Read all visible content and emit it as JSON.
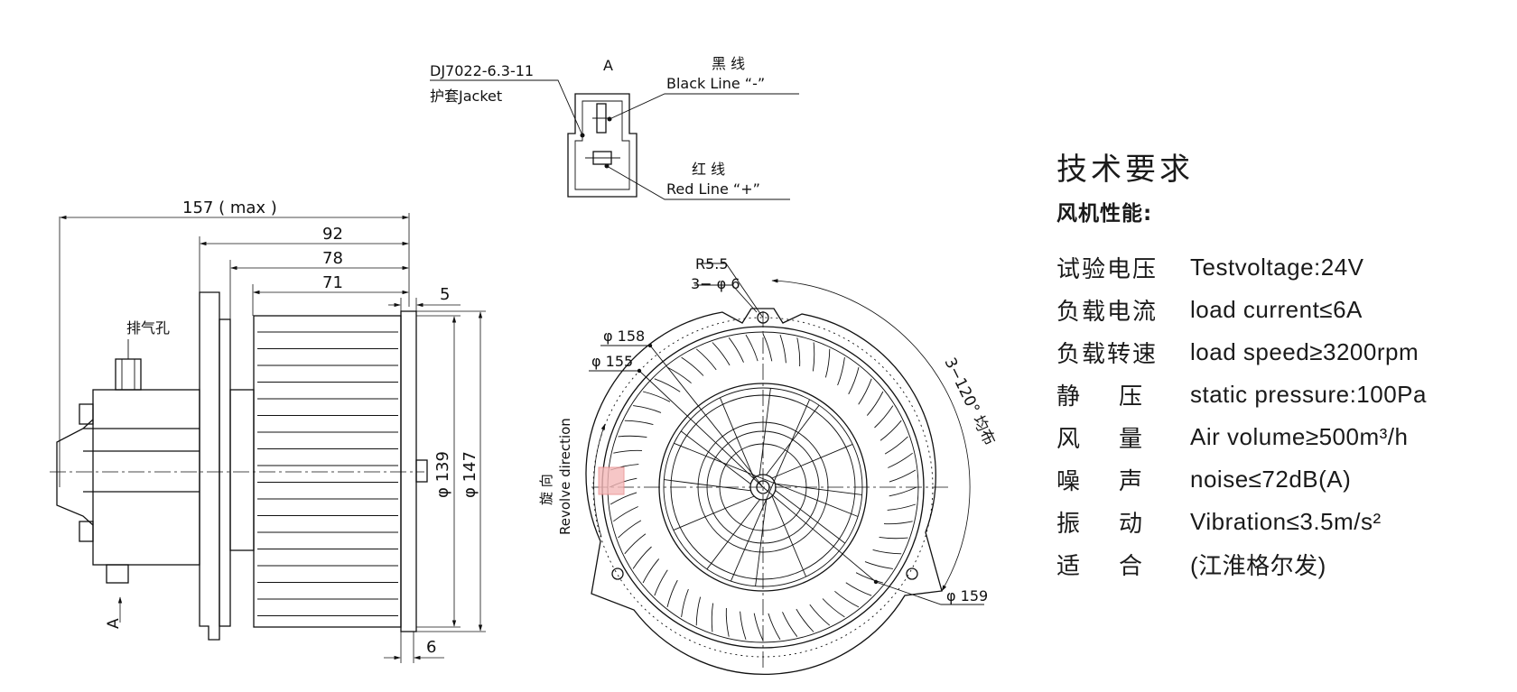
{
  "connector": {
    "part_no": "DJ7022-6.3-11",
    "jacket": "护套Jacket",
    "view_letter": "A",
    "black_cn": "黑 线",
    "black_en": "Black Line “-”",
    "red_cn": "红 线",
    "red_en": "Red Line “+”"
  },
  "side_view": {
    "dim_157": "157 ( max )",
    "dim_92": "92",
    "dim_78": "78",
    "dim_71": "71",
    "dim_5": "5",
    "dim_6": "6",
    "dia_139": "φ 139",
    "dia_147": "φ 147",
    "vent": "排气孔",
    "arrow_a": "A"
  },
  "front_view": {
    "r55": "R5.5",
    "holes": "3− φ 6",
    "d158": "φ 158",
    "d155": "φ 155",
    "d159": "φ 159",
    "angle": "3−120° 均布",
    "rot_cn": "旋  向",
    "rot_en": "Revolve direction"
  },
  "specs": {
    "title": "技术要求",
    "subtitle": "风机性能:",
    "rows": [
      {
        "label": "试验电压",
        "value": "Testvoltage:24V"
      },
      {
        "label": "负载电流",
        "value": "load current≤6A"
      },
      {
        "label": "负载转速",
        "value": "load speed≥3200rpm"
      },
      {
        "label": "静    压",
        "value": "static pressure:100Pa"
      },
      {
        "label": "风    量",
        "value": "Air volume≥500m³/h"
      },
      {
        "label": "噪    声",
        "value": "noise≤72dB(A)"
      },
      {
        "label": "振    动",
        "value": "Vibration≤3.5m/s²"
      },
      {
        "label": "适    合",
        "value": "(江淮格尔发)"
      }
    ]
  }
}
